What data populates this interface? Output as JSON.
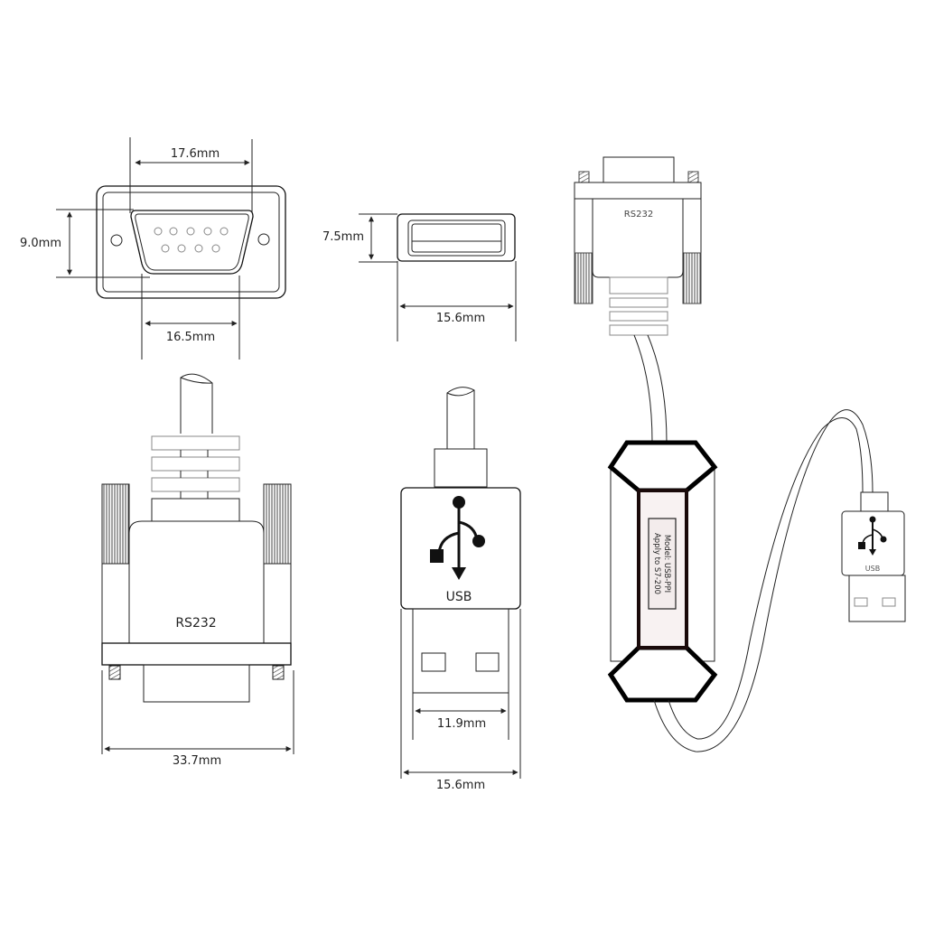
{
  "diagram": {
    "db9_face": {
      "width_top": "17.6mm",
      "width_bottom": "16.5mm",
      "height": "9.0mm"
    },
    "usb_face": {
      "height": "7.5mm",
      "width": "15.6mm"
    },
    "db9_side": {
      "label": "RS232",
      "width": "33.7mm"
    },
    "usb_side": {
      "label": "USB",
      "inner_width": "11.9mm",
      "outer_width": "15.6mm"
    },
    "cable_assembly": {
      "top_connector_label": "RS232",
      "module_line1": "Model: USB-PPI",
      "module_line2": "Apply to S7-200",
      "usb_connector_label": "USB"
    },
    "colors": {
      "line": "#222222",
      "module_fill": "#f8f2f2",
      "background": "#ffffff"
    }
  }
}
